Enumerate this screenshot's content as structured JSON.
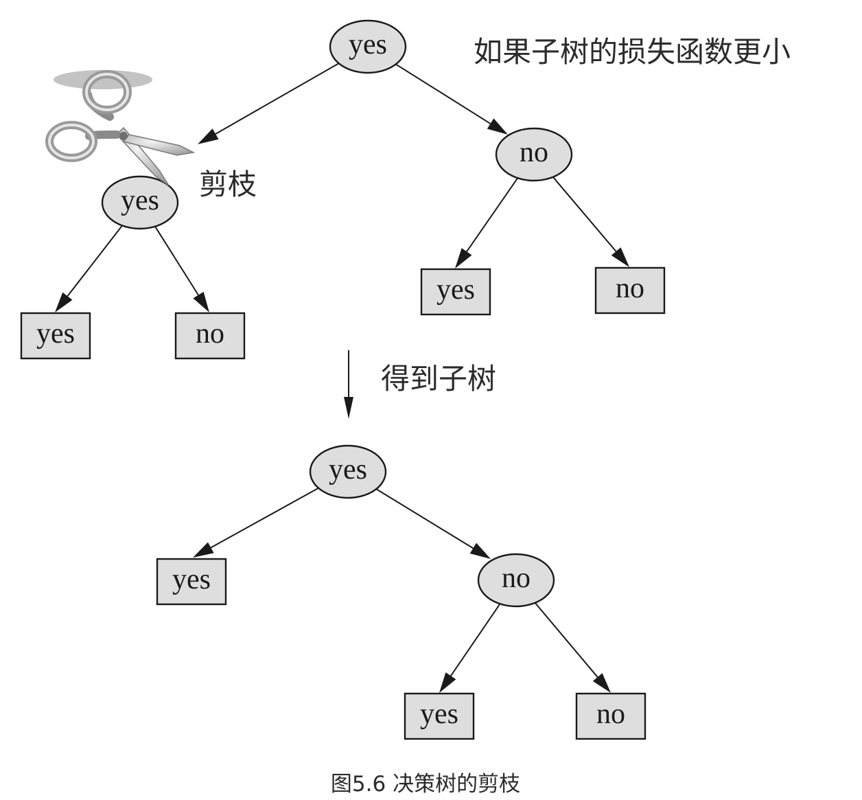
{
  "annotations": {
    "condition": "如果子树的损失函数更小",
    "prune": "剪枝",
    "result": "得到子树"
  },
  "caption": "图5.6 决策树的剪枝",
  "icons": {
    "scissors": "scissors-icon"
  },
  "colors": {
    "node_fill": "#dedede",
    "stroke": "#1a1a1a"
  },
  "trees": {
    "original": {
      "nodes": [
        {
          "id": "o_root",
          "label": "yes",
          "kind": "internal"
        },
        {
          "id": "o_left",
          "label": "yes",
          "kind": "internal"
        },
        {
          "id": "o_right",
          "label": "no",
          "kind": "internal"
        },
        {
          "id": "o_ll",
          "label": "yes",
          "kind": "leaf"
        },
        {
          "id": "o_lr",
          "label": "no",
          "kind": "leaf"
        },
        {
          "id": "o_rl",
          "label": "yes",
          "kind": "leaf"
        },
        {
          "id": "o_rr",
          "label": "no",
          "kind": "leaf"
        }
      ],
      "edges": [
        {
          "from": "o_root",
          "to": "o_left"
        },
        {
          "from": "o_root",
          "to": "o_right"
        },
        {
          "from": "o_left",
          "to": "o_ll"
        },
        {
          "from": "o_left",
          "to": "o_lr"
        },
        {
          "from": "o_right",
          "to": "o_rl"
        },
        {
          "from": "o_right",
          "to": "o_rr"
        }
      ]
    },
    "pruned": {
      "nodes": [
        {
          "id": "p_root",
          "label": "yes",
          "kind": "internal"
        },
        {
          "id": "p_left",
          "label": "yes",
          "kind": "leaf"
        },
        {
          "id": "p_right",
          "label": "no",
          "kind": "internal"
        },
        {
          "id": "p_rl",
          "label": "yes",
          "kind": "leaf"
        },
        {
          "id": "p_rr",
          "label": "no",
          "kind": "leaf"
        }
      ],
      "edges": [
        {
          "from": "p_root",
          "to": "p_left"
        },
        {
          "from": "p_root",
          "to": "p_right"
        },
        {
          "from": "p_right",
          "to": "p_rl"
        },
        {
          "from": "p_right",
          "to": "p_rr"
        }
      ]
    }
  }
}
